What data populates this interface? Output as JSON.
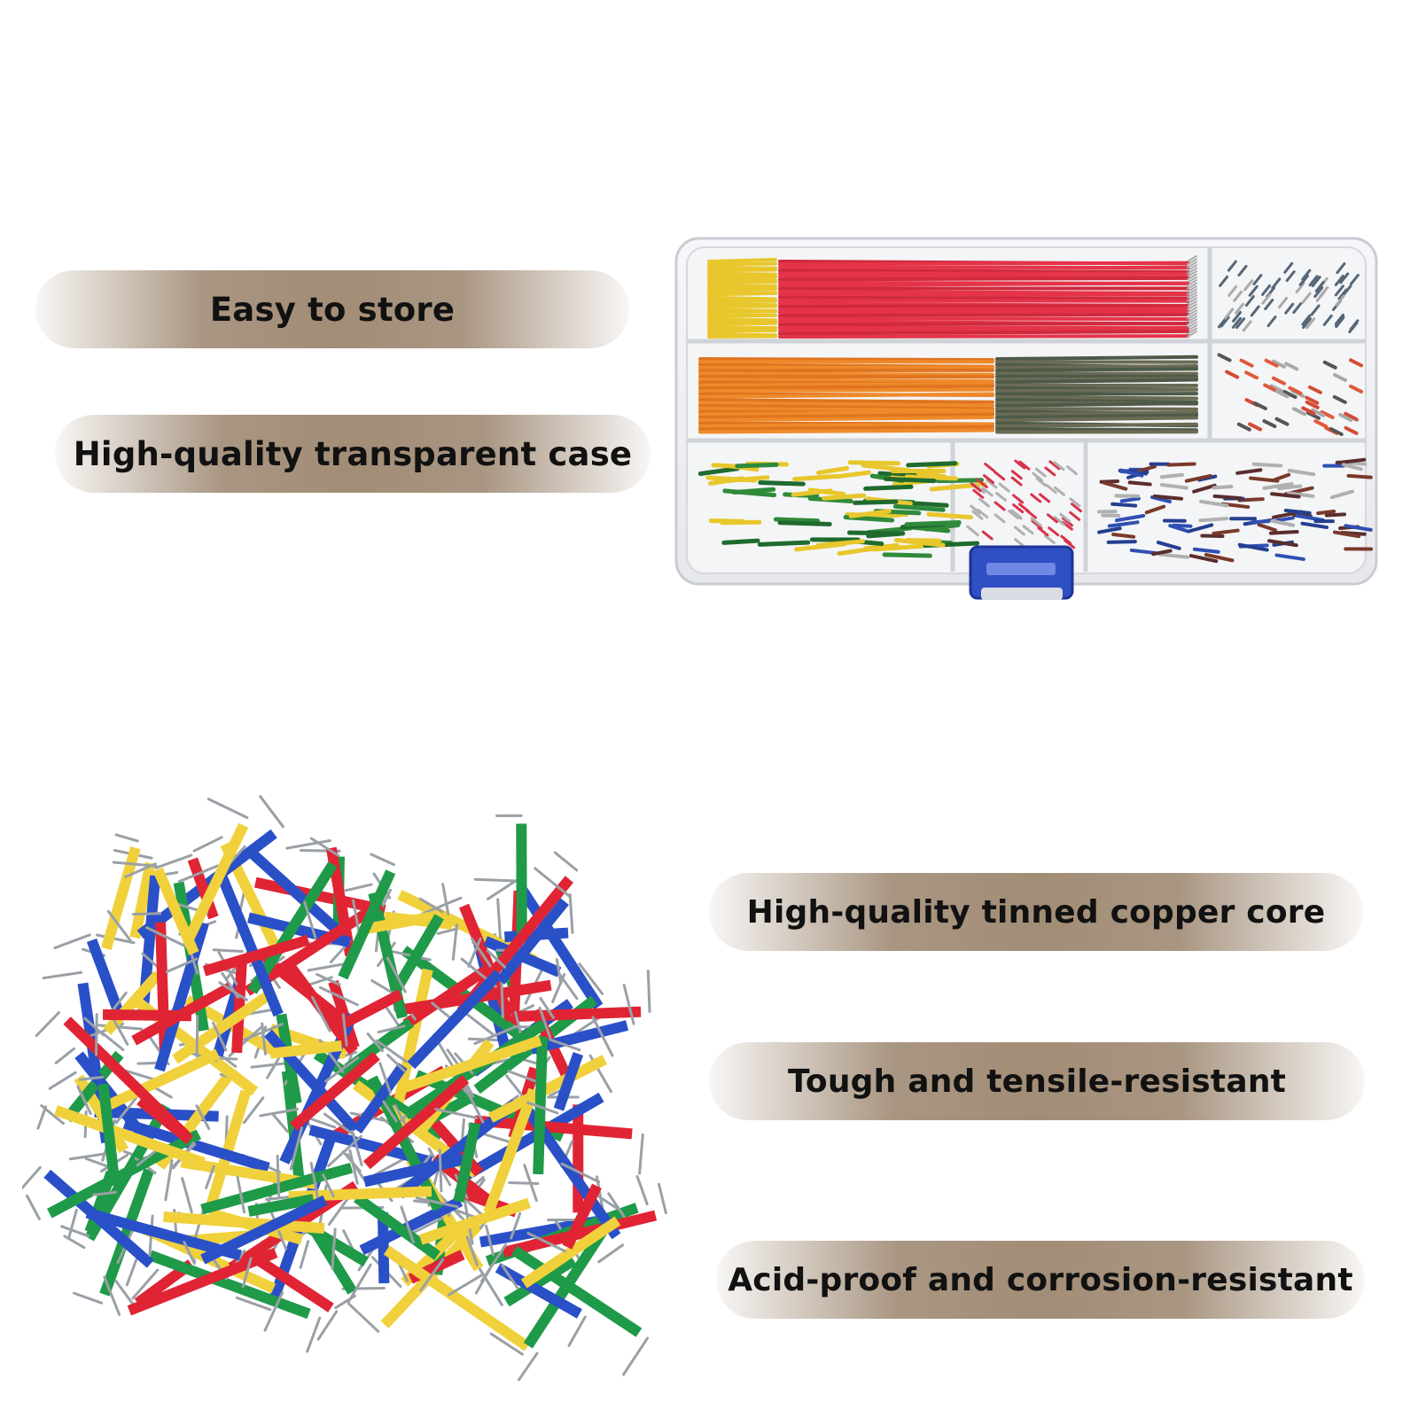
{
  "features": {
    "easy_store": "Easy to store",
    "transparent_case": "High-quality transparent case",
    "copper_core": "High-quality tinned copper core",
    "tough": "Tough and tensile-resistant",
    "acid_proof": "Acid-proof and corrosion-resistant"
  },
  "colors": {
    "pill": "#a99682",
    "text": "#111111",
    "box_clip": "#2f4fc4"
  }
}
